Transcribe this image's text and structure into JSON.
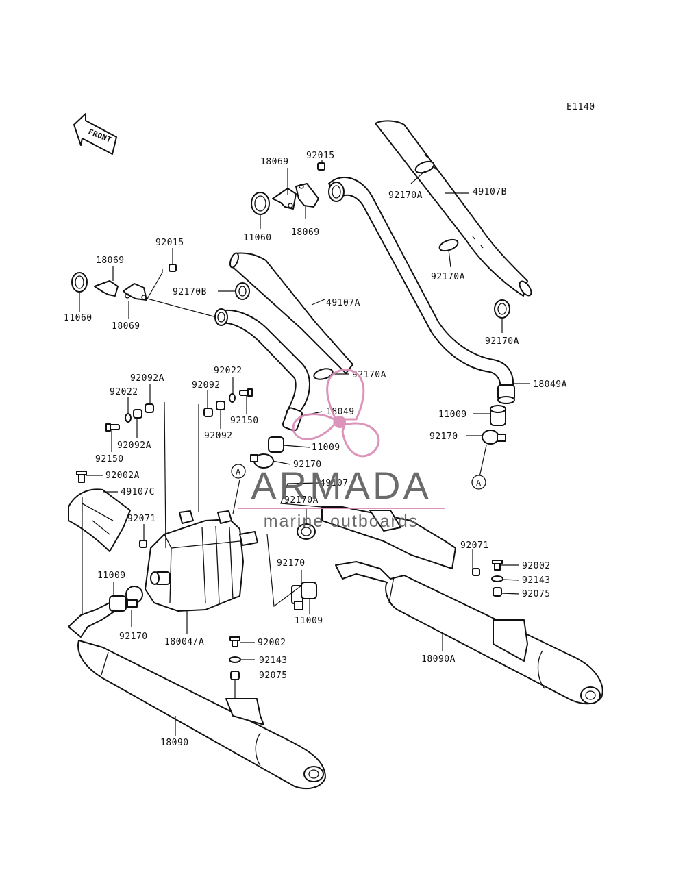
{
  "diagram": {
    "code": "E1140",
    "front_label": "FRONT",
    "callouts": {
      "point_a": "A"
    },
    "labels": {
      "p18069_top_a": "18069",
      "p92015_top": "92015",
      "p11060_top": "11060",
      "p18069_top_b": "18069",
      "p92170A_1": "92170A",
      "p49107B": "49107B",
      "p92170A_2": "92170A",
      "p92170A_3": "92170A",
      "p18049A": "18049A",
      "p11009_right": "11009",
      "p92170_right": "92170",
      "p92015_left": "92015",
      "p18069_left_a": "18069",
      "p11060_left": "11060",
      "p18069_left_b": "18069",
      "p92170B": "92170B",
      "p49107A": "49107A",
      "p92170A_mid": "92170A",
      "p92092A_top": "92092A",
      "p92022_left": "92022",
      "p92092A_mid": "92092A",
      "p92150_left": "92150",
      "p92092_a": "92092",
      "p92022_mid": "92022",
      "p92092_b": "92092",
      "p92150_mid": "92150",
      "p18049": "18049",
      "p11009_mid": "11009",
      "p92170_mid": "92170",
      "p92002A": "92002A",
      "p49107C": "49107C",
      "p92071_left": "92071",
      "p49107": "49107",
      "p92170A_low": "92170A",
      "p92071_right": "92071",
      "p92002_right": "92002",
      "p92143_right": "92143",
      "p92075_right": "92075",
      "p11009_left": "11009",
      "p92170_left": "92170",
      "p18004A": "18004/A",
      "p92170_low": "92170",
      "p11009_low": "11009",
      "p92002_mid": "92002",
      "p92143_mid": "92143",
      "p92075_mid": "92075",
      "p18090A": "18090A",
      "p18090": "18090"
    }
  },
  "watermark": {
    "brand": "ARMADA",
    "tagline": "marine outboards",
    "accent_color": "#d98bb5",
    "text_color": "#5f5f5f"
  }
}
